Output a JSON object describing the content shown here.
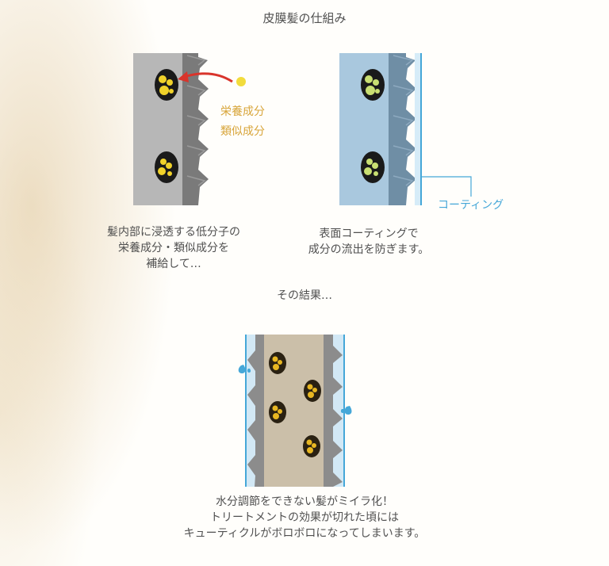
{
  "title": "皮膜髪の仕組み",
  "panel1": {
    "label_lines": [
      "栄養成分",
      "類似成分"
    ],
    "caption_lines": [
      "髪内部に浸透する低分子の",
      "栄養成分・類似成分を",
      "補給して…"
    ]
  },
  "panel2": {
    "callout": "コーティング",
    "caption_lines": [
      "表面コーティングで",
      "成分の流出を防ぎます。"
    ]
  },
  "result_heading": "その結果…",
  "panel3": {
    "caption_lines": [
      "水分調節をできない髪がミイラ化！",
      "トリートメントの効果が切れた頃には",
      "キューティクルがボロボロになってしまいます。"
    ]
  },
  "colors": {
    "text": "#505050",
    "accent_gold": "#d8a53a",
    "accent_blue": "#45a7d8",
    "arrow_red": "#d9342b",
    "hair_gray": "#b5b5b5",
    "cuticle_dark": "#7b7b7b",
    "coated_blue": "#a9c8de",
    "damaged_tan": "#cbbfa9"
  }
}
